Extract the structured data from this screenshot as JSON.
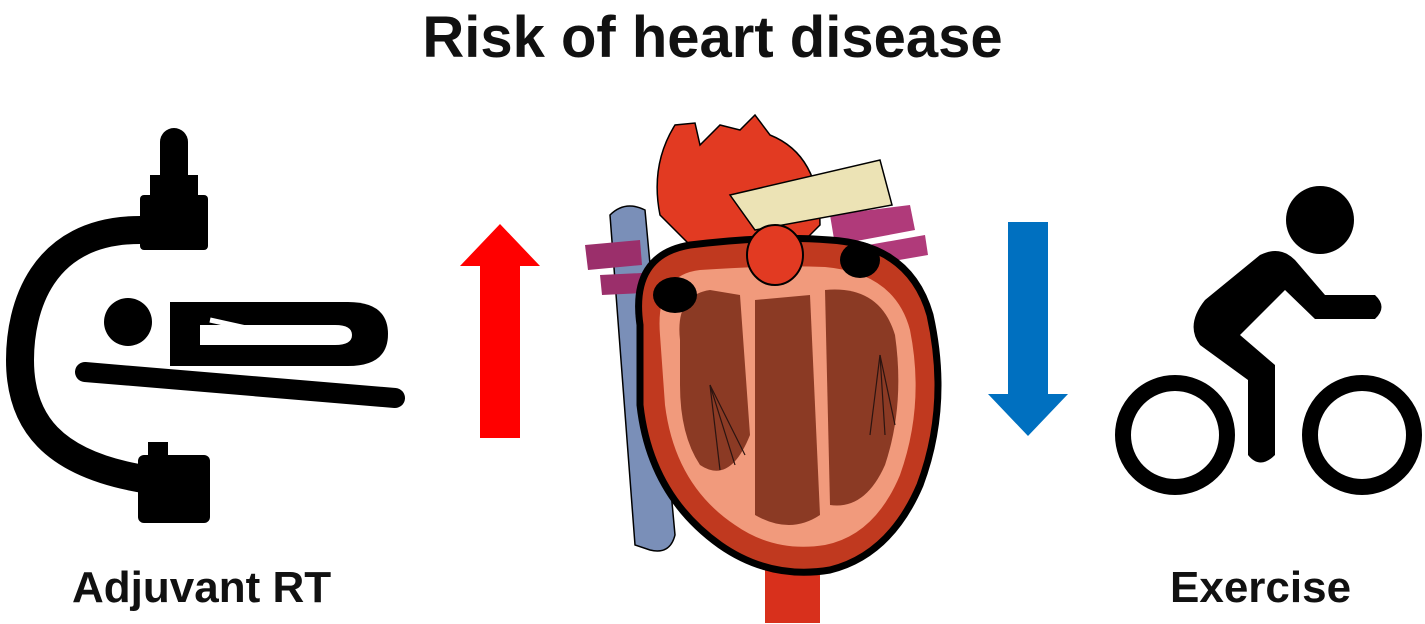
{
  "title": "Risk of heart disease",
  "left": {
    "label": "Adjuvant RT",
    "icon": "radiotherapy-machine-icon",
    "effect": "increase",
    "arrow_color": "#ff0000"
  },
  "right": {
    "label": "Exercise",
    "icon": "cyclist-icon",
    "effect": "decrease",
    "arrow_color": "#0070c0"
  },
  "center": {
    "icon": "heart-anatomy-icon"
  }
}
